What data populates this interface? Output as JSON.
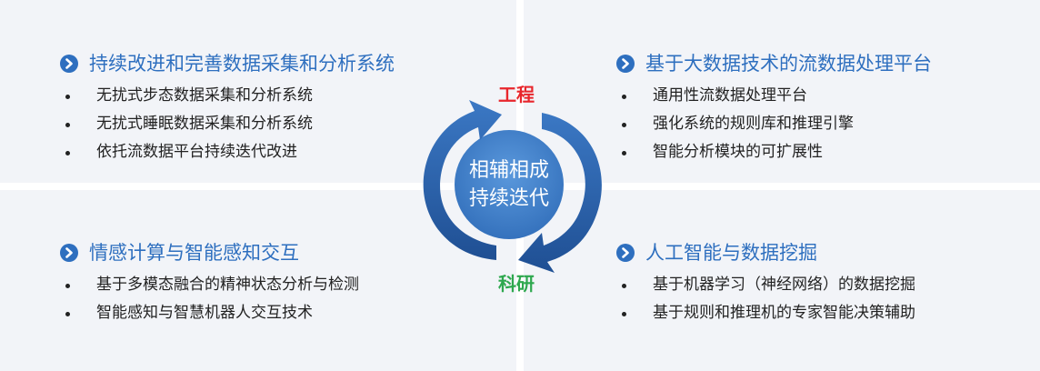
{
  "quadrants": {
    "top_left": {
      "heading": "持续改进和完善数据采集和分析系统",
      "items": [
        "无扰式步态数据采集和分析系统",
        "无扰式睡眠数据采集和分析系统",
        "依托流数据平台持续迭代改进"
      ]
    },
    "top_right": {
      "heading": "基于大数据技术的流数据处理平台",
      "items": [
        "通用性流数据处理平台",
        "强化系统的规则库和推理引擎",
        "智能分析模块的可扩展性"
      ]
    },
    "bottom_left": {
      "heading": "情感计算与智能感知交互",
      "items": [
        "基于多模态融合的精神状态分析与检测",
        "智能感知与智慧机器人交互技术"
      ]
    },
    "bottom_right": {
      "heading": "人工智能与数据挖掘",
      "items": [
        "基于机器学习（神经网络）的数据挖掘",
        "基于规则和推理机的专家智能决策辅助"
      ]
    }
  },
  "cycle": {
    "top_label": "工程",
    "bottom_label": "科研",
    "center_line1": "相辅相成",
    "center_line2": "持续迭代"
  },
  "colors": {
    "heading": "#2e6fbf",
    "panel": "#f2f4f8",
    "engineering": "#e8262c",
    "research": "#2ea84e",
    "circle": "#3f7ec9",
    "arrow": "#2a5fa8"
  }
}
